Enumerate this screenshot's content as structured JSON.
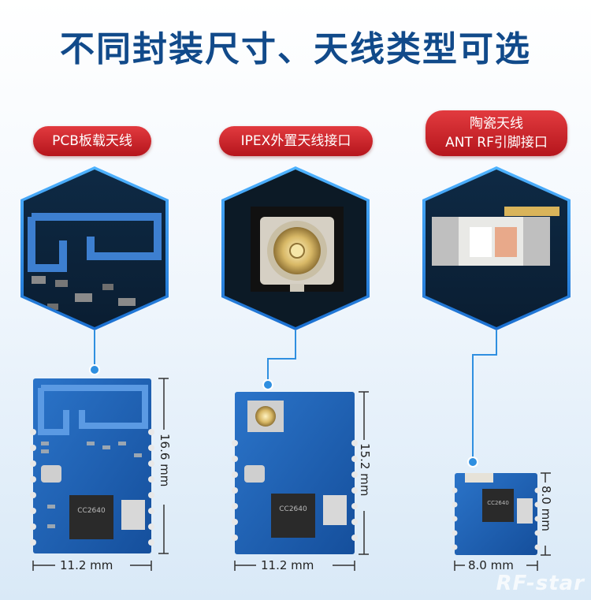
{
  "title": "不同封装尺寸、天线类型可选",
  "labels": {
    "pcb": "PCB板载天线",
    "ipex": "IPEX外置天线接口",
    "ceramic_line1": "陶瓷天线",
    "ceramic_line2": "ANT RF引脚接口"
  },
  "dimensions": {
    "m1_height": "16.6 mm",
    "m1_width": "11.2 mm",
    "m2_height": "15.2 mm",
    "m2_width": "11.2 mm",
    "m3_height": "8.0 mm",
    "m3_width": "8.0 mm"
  },
  "chip_text": {
    "m1": "CC2640",
    "m2": "CC2640",
    "m3": "CC2640"
  },
  "logo": "RF-star",
  "colors": {
    "title": "#114a8a",
    "pill": "#c8232a",
    "pcb": "#1a5fb4",
    "accent": "#2f8fe0"
  }
}
